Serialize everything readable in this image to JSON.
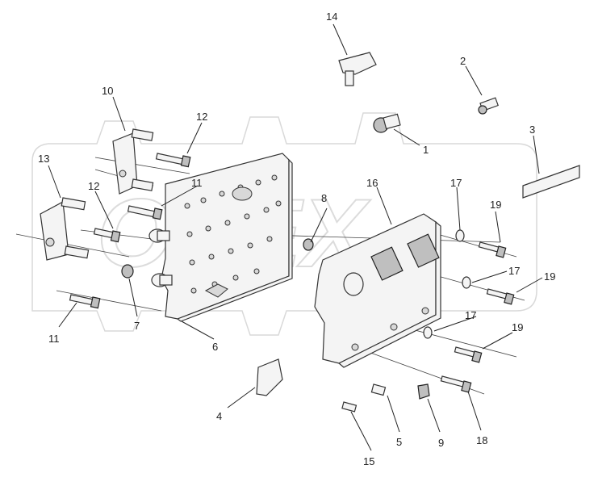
{
  "watermark": {
    "text": "OPEX"
  },
  "callouts": {
    "c1": "1",
    "c2": "2",
    "c3": "3",
    "c4": "4",
    "c5": "5",
    "c6": "6",
    "c7": "7",
    "c8": "8",
    "c9": "9",
    "c10": "10",
    "c11a": "11",
    "c11b": "11",
    "c12a": "12",
    "c12b": "12",
    "c13": "13",
    "c14": "14",
    "c15": "15",
    "c16": "16",
    "c17a": "17",
    "c17b": "17",
    "c17c": "17",
    "c18": "18",
    "c19a": "19",
    "c19b": "19",
    "c19c": "19"
  }
}
